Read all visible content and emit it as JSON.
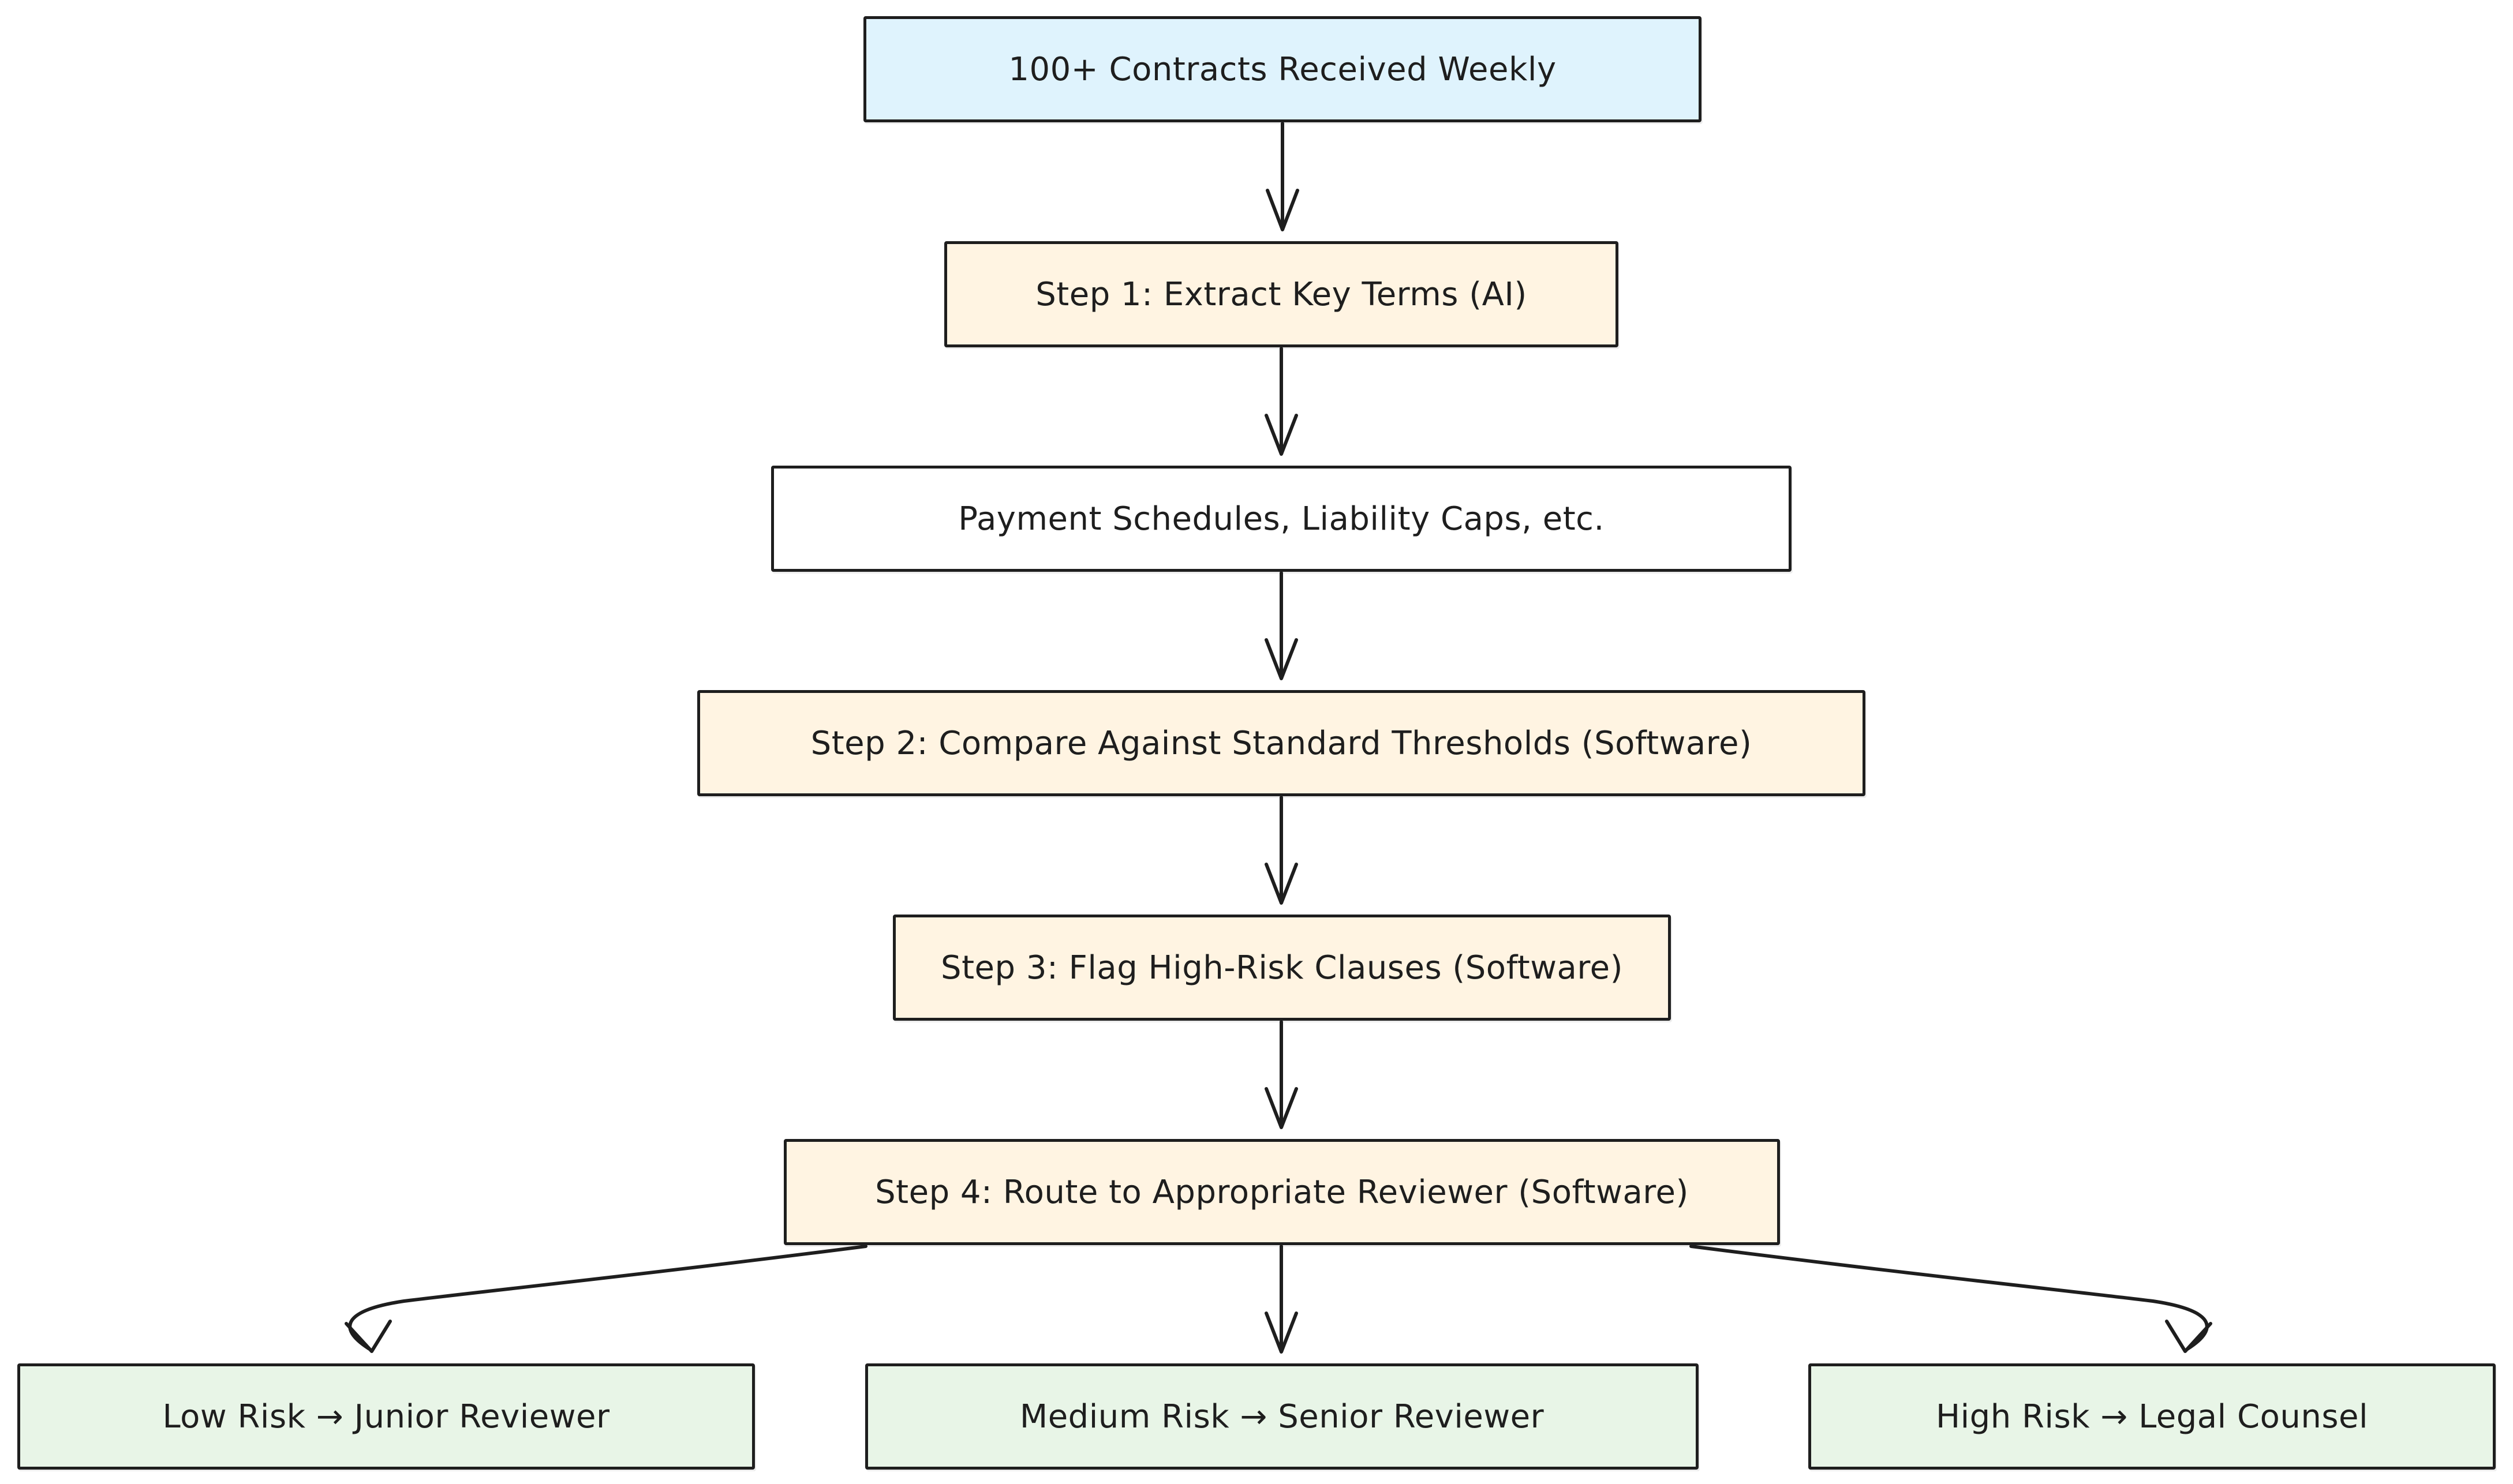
{
  "diagram": {
    "nodes": {
      "start": {
        "label": "100+ Contracts Received Weekly",
        "fill": "#dff3fd"
      },
      "step1": {
        "label": "Step 1: Extract Key Terms (AI)",
        "fill": "#fff4e2"
      },
      "details": {
        "label": "Payment Schedules, Liability Caps, etc.",
        "fill": "#ffffff"
      },
      "step2": {
        "label": "Step 2: Compare Against Standard Thresholds (Software)",
        "fill": "#fff4e2"
      },
      "step3": {
        "label": "Step 3: Flag High-Risk Clauses (Software)",
        "fill": "#fff4e2"
      },
      "step4": {
        "label": "Step 4: Route to Appropriate Reviewer (Software)",
        "fill": "#fff4e2"
      },
      "low": {
        "label": "Low Risk → Junior Reviewer",
        "fill": "#e8f5e7"
      },
      "medium": {
        "label": "Medium Risk → Senior Reviewer",
        "fill": "#e8f5e7"
      },
      "high": {
        "label": "High Risk → Legal Counsel",
        "fill": "#e8f5e7"
      }
    },
    "edges": [
      {
        "from": "start",
        "to": "step1"
      },
      {
        "from": "step1",
        "to": "details"
      },
      {
        "from": "details",
        "to": "step2"
      },
      {
        "from": "step2",
        "to": "step3"
      },
      {
        "from": "step3",
        "to": "step4"
      },
      {
        "from": "step4",
        "to": "low"
      },
      {
        "from": "step4",
        "to": "medium"
      },
      {
        "from": "step4",
        "to": "high"
      }
    ],
    "stroke_color": "#1e1e1e"
  }
}
